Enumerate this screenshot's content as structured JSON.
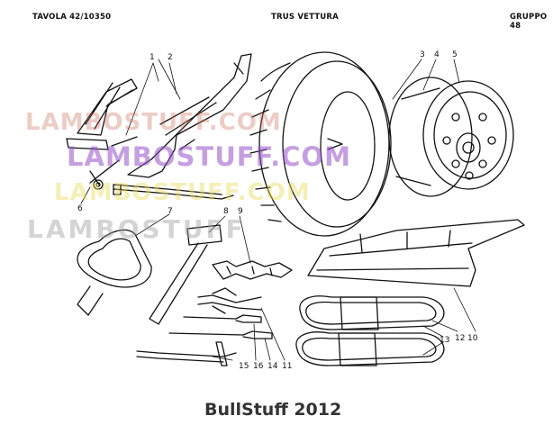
{
  "header": {
    "left": "TAVOLA 42/10350",
    "center": "TRUS VETTURA",
    "right": "GRUPPO 48"
  },
  "watermarks": {
    "red": "LAMBOSTUFF.COM",
    "purple": "LAMBOSTUFF.COM",
    "yellow": "LAMBOSTUFF.COM",
    "grey": "LAMBOSTUFF"
  },
  "callouts": [
    "1",
    "2",
    "3",
    "4",
    "5",
    "6",
    "7",
    "8",
    "9",
    "10",
    "11",
    "12",
    "13",
    "14",
    "15",
    "16"
  ],
  "footer": "BullStuff 2012"
}
